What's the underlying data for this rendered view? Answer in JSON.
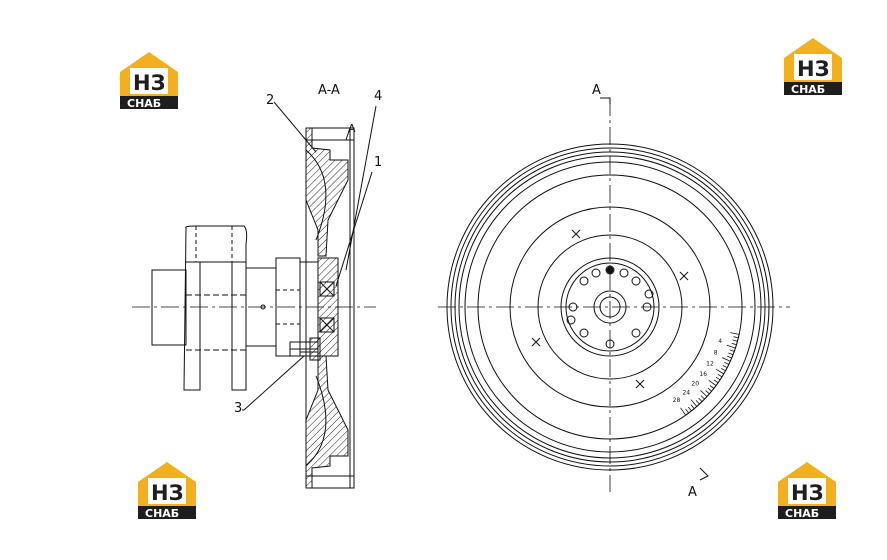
{
  "section_label": "A-A",
  "section_marker": "A",
  "callouts": [
    "1",
    "2",
    "3",
    "4"
  ],
  "scale_ticks": [
    "4",
    "8",
    "12",
    "16",
    "20",
    "24",
    "28"
  ],
  "logo": {
    "letters": "НЗ",
    "caption": "СНАБ"
  },
  "colors": {
    "logo_yellow": "#f2b01e",
    "logo_dark": "#1e1e1e",
    "line": "#111111"
  }
}
